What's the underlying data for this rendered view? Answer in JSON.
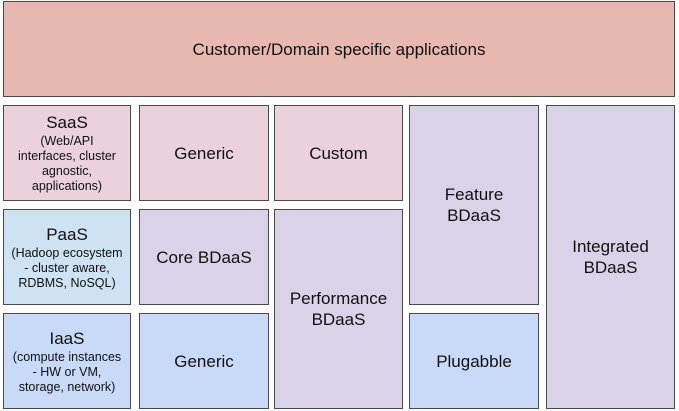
{
  "customer": {
    "label": "Customer/Domain specific applications",
    "color": "#e6b8af"
  },
  "layers": {
    "saas": {
      "title": "SaaS",
      "desc": "(Web/API interfaces, cluster agnostic, applications)",
      "color": "#ead1dc"
    },
    "paas": {
      "title": "PaaS",
      "desc": "(Hadoop ecosystem - cluster aware, RDBMS, NoSQL)",
      "color": "#cfe2f3"
    },
    "iaas": {
      "title": "IaaS",
      "desc": "(compute instances - HW or VM, storage, network)",
      "color": "#c9daf8"
    }
  },
  "cells": {
    "generic_top": "Generic",
    "custom": "Custom",
    "core_bdaas": "Core BDaaS",
    "performance_bdaas": "Performance BDaaS",
    "generic_bottom": "Generic",
    "feature_bdaas": "Feature BDaaS",
    "plugabble": "Plugabble",
    "integrated_bdaas": "Integrated BDaaS"
  },
  "colors": {
    "lavender": "#d9d2e9",
    "border": "#4a4a4a"
  }
}
